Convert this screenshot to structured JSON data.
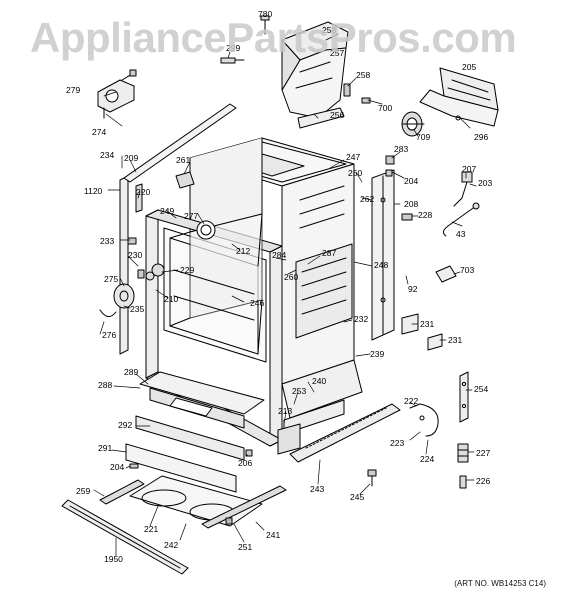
{
  "watermark": "AppliancePartsPros.com",
  "art_number": "(ART NO. WB14253 C14)",
  "parts": [
    {
      "id": "p780",
      "label": "780"
    },
    {
      "id": "p258a",
      "label": "258"
    },
    {
      "id": "p299",
      "label": "299"
    },
    {
      "id": "p257",
      "label": "257"
    },
    {
      "id": "p205",
      "label": "205"
    },
    {
      "id": "p279",
      "label": "279"
    },
    {
      "id": "p258b",
      "label": "258"
    },
    {
      "id": "p274",
      "label": "274"
    },
    {
      "id": "p700",
      "label": "700"
    },
    {
      "id": "p256",
      "label": "256"
    },
    {
      "id": "p709",
      "label": "709"
    },
    {
      "id": "p296",
      "label": "296"
    },
    {
      "id": "p234",
      "label": "234"
    },
    {
      "id": "p209",
      "label": "209"
    },
    {
      "id": "p261",
      "label": "261"
    },
    {
      "id": "p247",
      "label": "247"
    },
    {
      "id": "p283",
      "label": "283"
    },
    {
      "id": "p207",
      "label": "207"
    },
    {
      "id": "p250",
      "label": "250"
    },
    {
      "id": "p204a",
      "label": "204"
    },
    {
      "id": "p203",
      "label": "203"
    },
    {
      "id": "p1120",
      "label": "1120"
    },
    {
      "id": "p220",
      "label": "220"
    },
    {
      "id": "p262",
      "label": "262"
    },
    {
      "id": "p208",
      "label": "208"
    },
    {
      "id": "p249",
      "label": "249"
    },
    {
      "id": "p277",
      "label": "277"
    },
    {
      "id": "p228",
      "label": "228"
    },
    {
      "id": "p43",
      "label": "43"
    },
    {
      "id": "p233",
      "label": "233"
    },
    {
      "id": "p212",
      "label": "212"
    },
    {
      "id": "p287",
      "label": "287"
    },
    {
      "id": "p230",
      "label": "230"
    },
    {
      "id": "p284",
      "label": "284"
    },
    {
      "id": "p248",
      "label": "248"
    },
    {
      "id": "p703",
      "label": "703"
    },
    {
      "id": "p229",
      "label": "229"
    },
    {
      "id": "p260",
      "label": "260"
    },
    {
      "id": "p275",
      "label": "275"
    },
    {
      "id": "p92",
      "label": "92"
    },
    {
      "id": "p210",
      "label": "210"
    },
    {
      "id": "p246",
      "label": "246"
    },
    {
      "id": "p235",
      "label": "235"
    },
    {
      "id": "p232",
      "label": "232"
    },
    {
      "id": "p231a",
      "label": "231"
    },
    {
      "id": "p276",
      "label": "276"
    },
    {
      "id": "p231b",
      "label": "231"
    },
    {
      "id": "p239",
      "label": "239"
    },
    {
      "id": "p289",
      "label": "289"
    },
    {
      "id": "p240",
      "label": "240"
    },
    {
      "id": "p288",
      "label": "288"
    },
    {
      "id": "p253",
      "label": "253"
    },
    {
      "id": "p254",
      "label": "254"
    },
    {
      "id": "p222",
      "label": "222"
    },
    {
      "id": "p213",
      "label": "213"
    },
    {
      "id": "p292",
      "label": "292"
    },
    {
      "id": "p223",
      "label": "223"
    },
    {
      "id": "p291",
      "label": "291"
    },
    {
      "id": "p206",
      "label": "206"
    },
    {
      "id": "p224",
      "label": "224"
    },
    {
      "id": "p227",
      "label": "227"
    },
    {
      "id": "p204b",
      "label": "204"
    },
    {
      "id": "p226",
      "label": "226"
    },
    {
      "id": "p243",
      "label": "243"
    },
    {
      "id": "p245",
      "label": "245"
    },
    {
      "id": "p259",
      "label": "259"
    },
    {
      "id": "p221",
      "label": "221"
    },
    {
      "id": "p241",
      "label": "241"
    },
    {
      "id": "p242",
      "label": "242"
    },
    {
      "id": "p251",
      "label": "251"
    },
    {
      "id": "p1950",
      "label": "1950"
    }
  ]
}
